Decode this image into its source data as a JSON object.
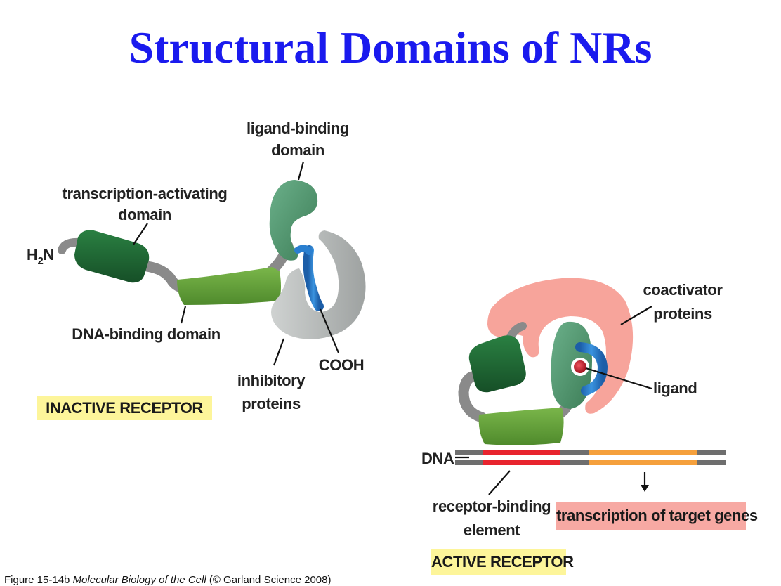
{
  "title": "Structural Domains of NRs",
  "inactive": {
    "badge": "INACTIVE RECEPTOR",
    "labels": {
      "h2n_h": "H",
      "h2n_sub": "2",
      "h2n_n": "N",
      "tad_line1": "transcription-activating",
      "tad_line2": "domain",
      "lbd_line1": "ligand-binding",
      "lbd_line2": "domain",
      "dbd": "DNA-binding domain",
      "cooh": "COOH",
      "inhib_line1": "inhibitory",
      "inhib_line2": "proteins"
    }
  },
  "active": {
    "badge": "ACTIVE RECEPTOR",
    "labels": {
      "coact_line1": "coactivator",
      "coact_line2": "proteins",
      "ligand": "ligand",
      "dna": "DNA",
      "rbe_line1": "receptor-binding",
      "rbe_line2": "element",
      "transcription": "transcription of target genes"
    }
  },
  "caption": {
    "prefix": "Figure 15-14b  ",
    "book": "Molecular Biology of the Cell",
    "suffix": " (© Garland Science 2008)"
  },
  "colors": {
    "title": "#1a1aee",
    "transcription_domain": "#1e6b35",
    "ligand_domain": "#4e9a6e",
    "dna_domain": "#6aa33c",
    "linker": "#8a8a8a",
    "inhibitory": "#b9bcbb",
    "cooh_helix": "#2a7fd0",
    "coactivator": "#f7a49b",
    "ligand": "#cc1f2c",
    "dna_strand": "#6e6e6e",
    "receptor_element": "#e8242e",
    "target_gene": "#f5a03c",
    "badge_yellow": "#fdf59a",
    "badge_pink": "#f7a9a3"
  }
}
